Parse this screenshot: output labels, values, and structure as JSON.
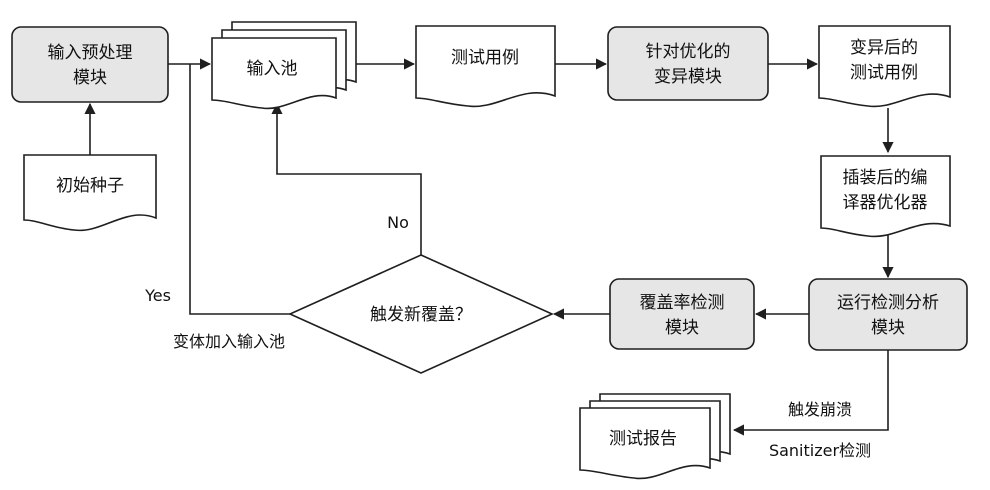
{
  "nodes": {
    "preprocess": {
      "line1": "输入预处理",
      "line2": "模块"
    },
    "seed": {
      "label": "初始种子"
    },
    "input_pool": {
      "label": "输入池"
    },
    "testcase": {
      "label": "测试用例"
    },
    "mutation": {
      "line1": "针对优化的",
      "line2": "变异模块"
    },
    "mutated_testcase": {
      "line1": "变异后的",
      "line2": "测试用例"
    },
    "instrumented_compiler": {
      "line1": "插装后的编",
      "line2": "译器优化器"
    },
    "run_analysis": {
      "line1": "运行检测分析",
      "line2": "模块"
    },
    "coverage": {
      "line1": "覆盖率检测",
      "line2": "模块"
    },
    "decision": {
      "label": "触发新覆盖？"
    },
    "report": {
      "label": "测试报告"
    }
  },
  "edge_labels": {
    "no": "No",
    "yes": "Yes",
    "add_to_pool": "变体加入输入池",
    "trigger_crash": "触发崩溃",
    "sanitizer": "Sanitizer检测"
  }
}
